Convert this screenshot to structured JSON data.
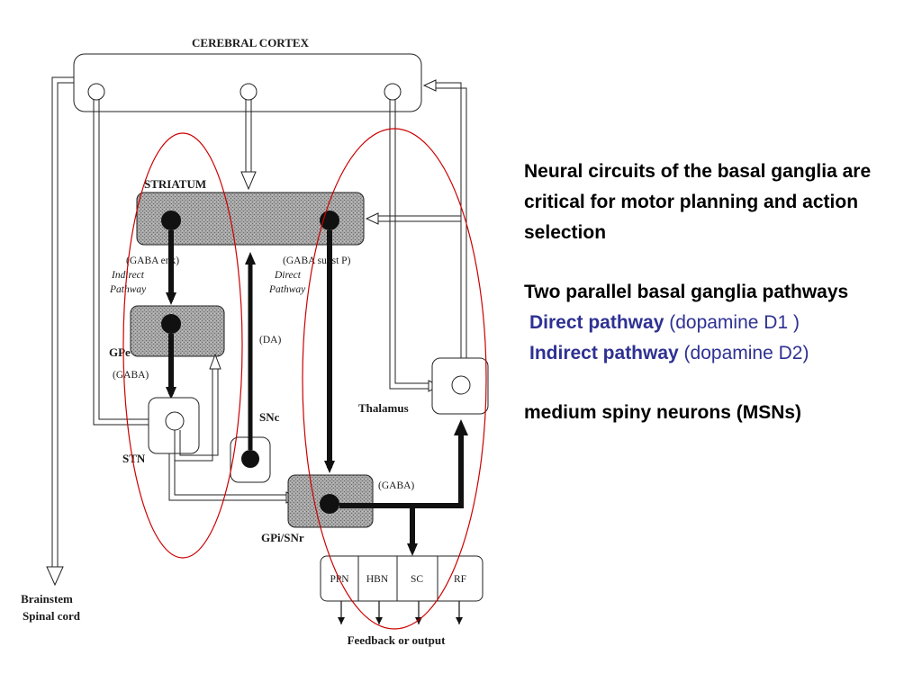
{
  "diagram": {
    "cortex": "CEREBRAL CORTEX",
    "striatum": "STRIATUM",
    "striatum_left_transmitter": "(GABA   enk)",
    "striatum_right_transmitter": "(GABA   subst P)",
    "indirect_label_1": "Indirect",
    "indirect_label_2": "Pathway",
    "direct_label_1": "Direct",
    "direct_label_2": "Pathway",
    "gpe": "GPe",
    "gpe_transmitter": "(GABA)",
    "da": "(DA)",
    "snc": "SNc",
    "stn": "STN",
    "thalamus": "Thalamus",
    "gpi_transmitter": "(GABA)",
    "gpi": "GPi/SNr",
    "targets": [
      "PPN",
      "HBN",
      "SC",
      "RF"
    ],
    "feedback": "Feedback or output",
    "brainstem_1": "Brainstem",
    "brainstem_2": "Spinal cord"
  },
  "text": {
    "para1": "Neural circuits of the basal ganglia are critical for motor planning and action selection",
    "para2": "Two parallel basal ganglia pathways",
    "direct_name": "Direct pathway",
    "direct_detail": " (dopamine D1 )",
    "indirect_name": "Indirect pathway",
    "indirect_detail": " (dopamine D2)",
    "para3": "medium spiny neurons (MSNs)"
  },
  "colors": {
    "highlight_ellipse": "#cc0000",
    "pathway_blue": "#2e3192"
  }
}
